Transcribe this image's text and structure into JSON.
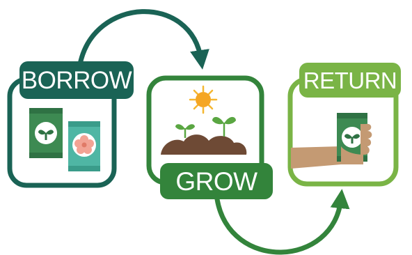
{
  "steps": [
    {
      "id": "borrow",
      "label": "BORROW",
      "color": "#1a6355",
      "icon": "seed-packets-icon"
    },
    {
      "id": "grow",
      "label": "GROW",
      "color": "#33843b",
      "icon": "sprouting-soil-sun-icon"
    },
    {
      "id": "return",
      "label": "RETURN",
      "color": "#7ab446",
      "icon": "hand-holding-seed-packet-icon"
    }
  ],
  "connectors": [
    {
      "from": "borrow",
      "to": "grow",
      "color": "#1a6355",
      "icon": "arrow-icon"
    },
    {
      "from": "grow",
      "to": "return",
      "color": "#33843b",
      "icon": "arrow-icon"
    }
  ]
}
